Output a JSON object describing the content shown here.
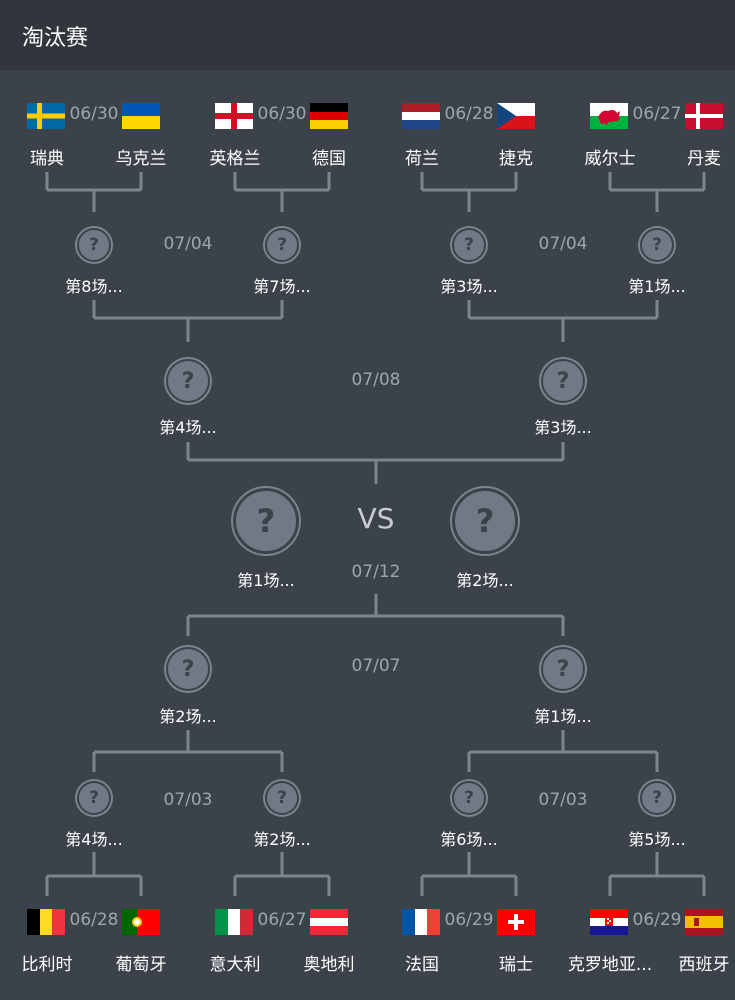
{
  "header": {
    "title": "淘汰赛"
  },
  "center": {
    "vs": "VS",
    "final_date": "07/12"
  },
  "top": {
    "r16": [
      {
        "date": "06/30",
        "home": {
          "name": "瑞典",
          "flag": "sweden-flag"
        },
        "away": {
          "name": "乌克兰",
          "flag": "ukraine-flag"
        }
      },
      {
        "date": "06/30",
        "home": {
          "name": "英格兰",
          "flag": "england-flag"
        },
        "away": {
          "name": "德国",
          "flag": "germany-flag"
        }
      },
      {
        "date": "06/28",
        "home": {
          "name": "荷兰",
          "flag": "netherlands-flag"
        },
        "away": {
          "name": "捷克",
          "flag": "czech-flag"
        }
      },
      {
        "date": "06/27",
        "home": {
          "name": "威尔士",
          "flag": "wales-flag"
        },
        "away": {
          "name": "丹麦",
          "flag": "denmark-flag"
        }
      }
    ],
    "qf_dates": [
      "07/04",
      "07/04"
    ],
    "qf": [
      "第8场...",
      "第7场...",
      "第3场...",
      "第1场..."
    ],
    "sf_date": "07/08",
    "sf": [
      "第4场...",
      "第3场..."
    ],
    "final": "第1场..."
  },
  "bottom": {
    "final": "第2场...",
    "sf_date": "07/07",
    "sf": [
      "第2场...",
      "第1场..."
    ],
    "qf_dates": [
      "07/03",
      "07/03"
    ],
    "qf": [
      "第4场...",
      "第2场...",
      "第6场...",
      "第5场..."
    ],
    "r16": [
      {
        "date": "06/28",
        "home": {
          "name": "比利时",
          "flag": "belgium-flag"
        },
        "away": {
          "name": "葡萄牙",
          "flag": "portugal-flag"
        }
      },
      {
        "date": "06/27",
        "home": {
          "name": "意大利",
          "flag": "italy-flag"
        },
        "away": {
          "name": "奥地利",
          "flag": "austria-flag"
        }
      },
      {
        "date": "06/29",
        "home": {
          "name": "法国",
          "flag": "france-flag"
        },
        "away": {
          "name": "瑞士",
          "flag": "switzerland-flag"
        }
      },
      {
        "date": "06/29",
        "home": {
          "name": "克罗地亚...",
          "flag": "croatia-flag"
        },
        "away": {
          "name": "西班牙",
          "flag": "spain-flag"
        }
      }
    ]
  },
  "colors": {
    "background": "#3b4249",
    "header": "#30363c",
    "line": "#7b858f",
    "date_text": "#9ea5ac"
  }
}
